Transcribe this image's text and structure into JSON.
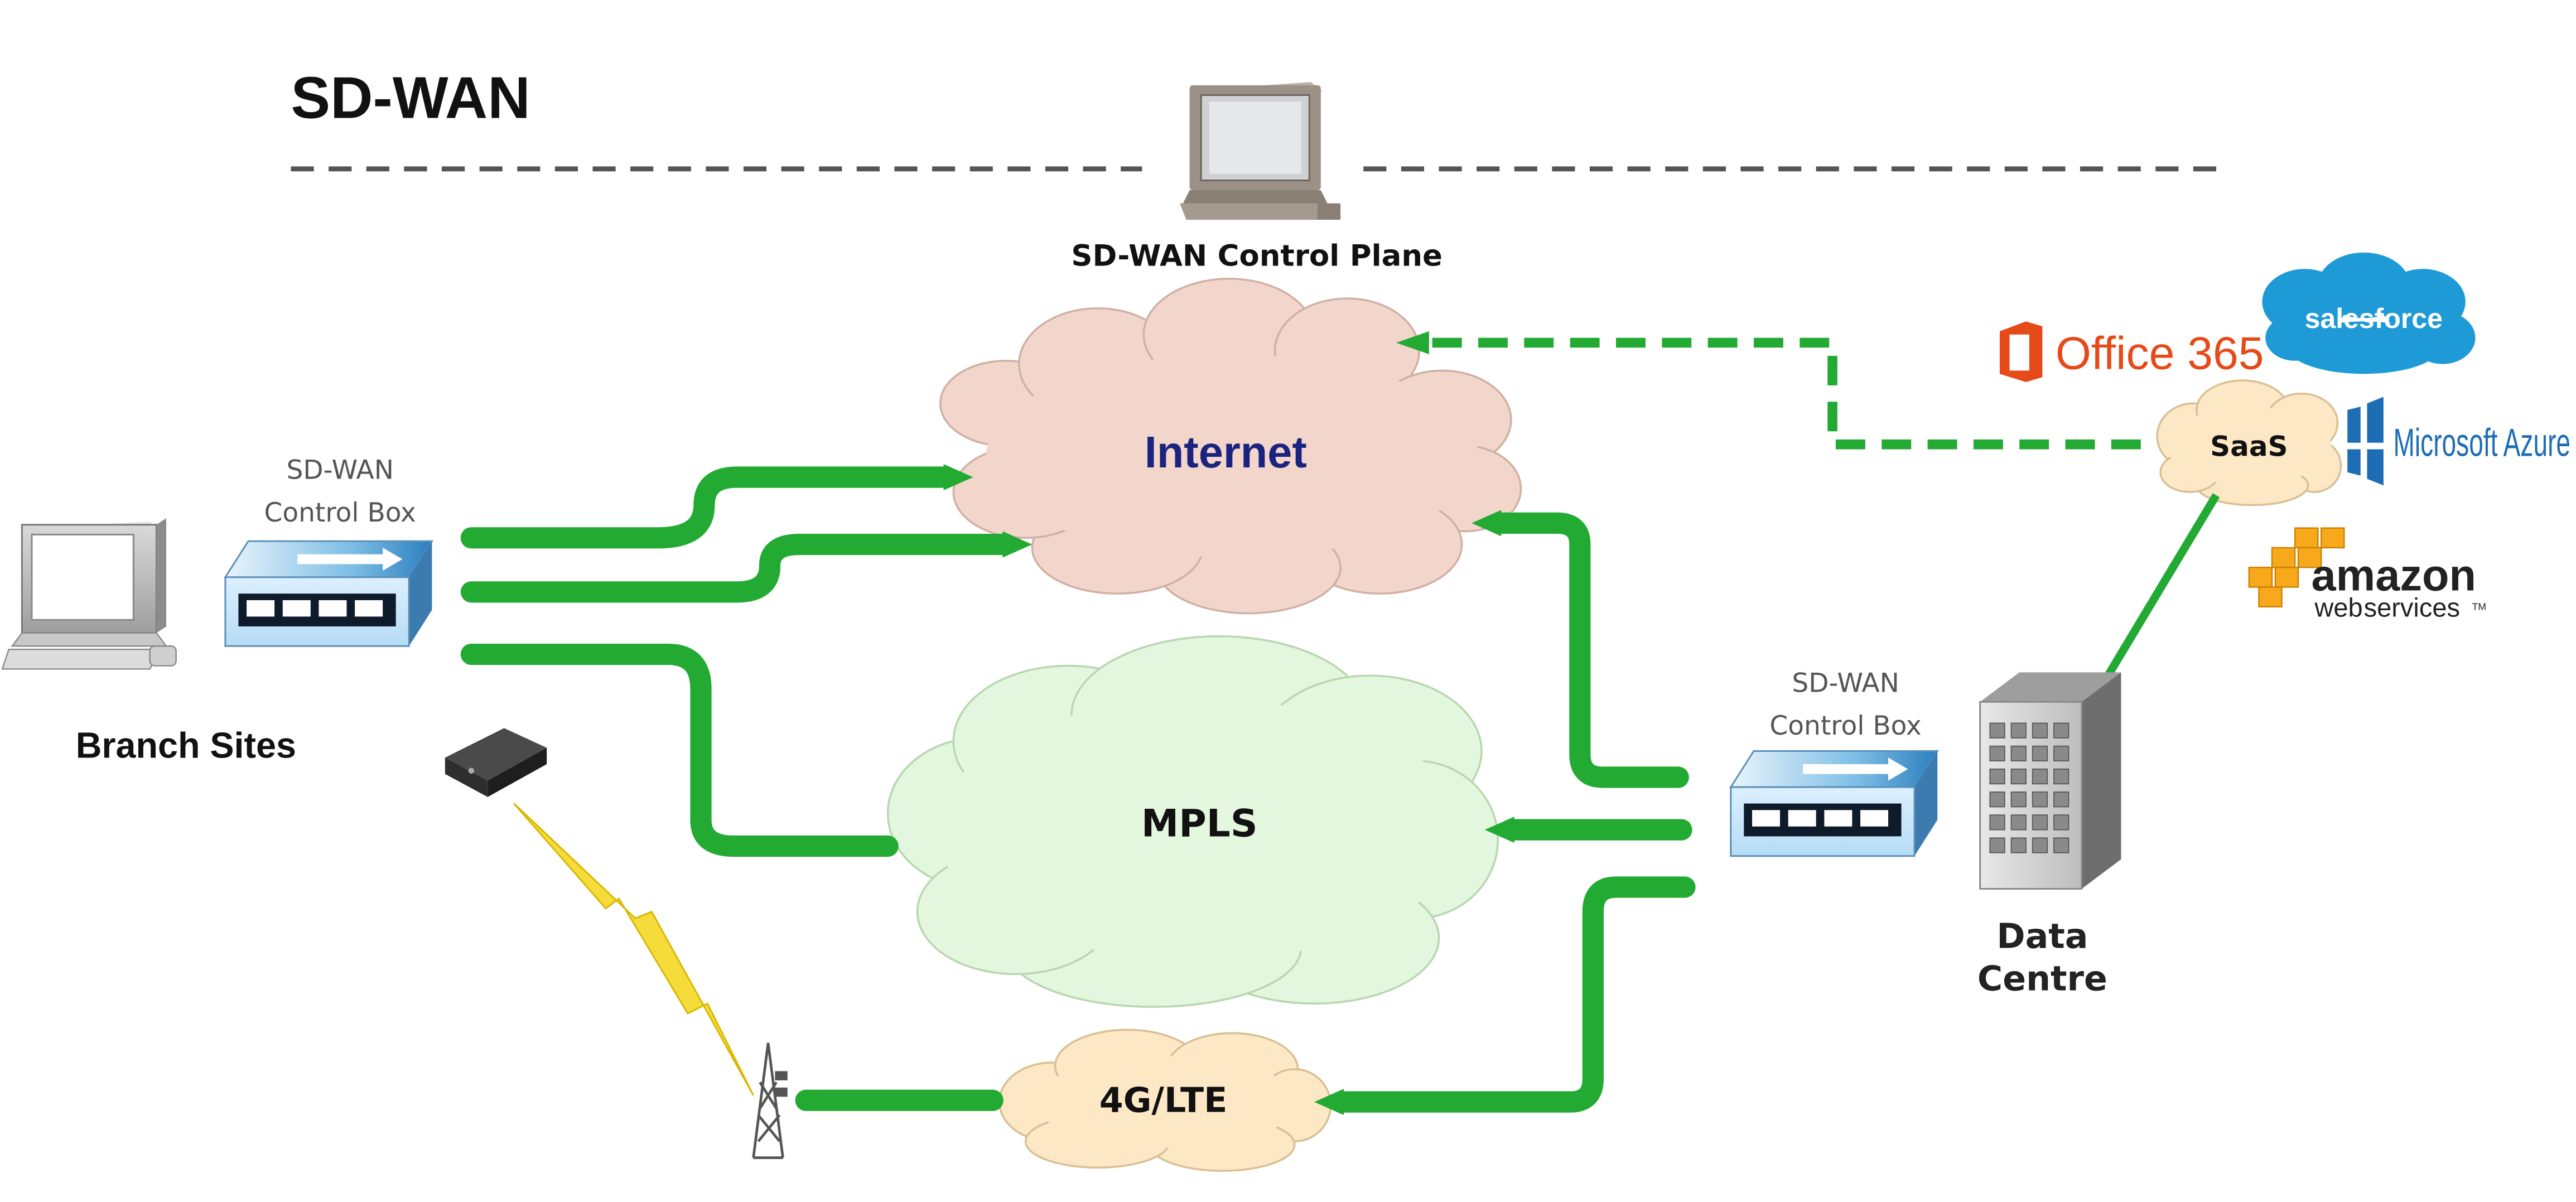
{
  "title": "SD-WAN",
  "control_plane": {
    "label": "SD-WAN Control Plane"
  },
  "branch": {
    "label": "Branch Sites",
    "box_label_line1": "SD-WAN",
    "box_label_line2": "Control Box"
  },
  "datacentre": {
    "label_line1": "Data",
    "label_line2": "Centre",
    "box_label_line1": "SD-WAN",
    "box_label_line2": "Control Box"
  },
  "networks": {
    "internet": "Internet",
    "mpls": "MPLS",
    "lte": "4G/LTE",
    "saas": "SaaS"
  },
  "saas_providers": {
    "office": "Office 365",
    "salesforce": "salesforce",
    "azure": "Microsoft Azure",
    "aws_line1": "amazon",
    "aws_line2": "web",
    "aws_line3": "services",
    "aws_tm": "TM"
  },
  "colors": {
    "link_green": "#22aa33",
    "internet_cloud": "#f2d5cb",
    "mpls_cloud": "#e3f7de",
    "lte_cloud": "#fde8c6",
    "saas_cloud": "#fde8c6",
    "internet_text": "#1a237e",
    "office_red": "#e64a19",
    "salesforce_blue": "#1e9ad6",
    "azure_blue": "#1d6db5",
    "aws_orange": "#f7a81b",
    "lightning_yellow": "#f5dc3a"
  }
}
